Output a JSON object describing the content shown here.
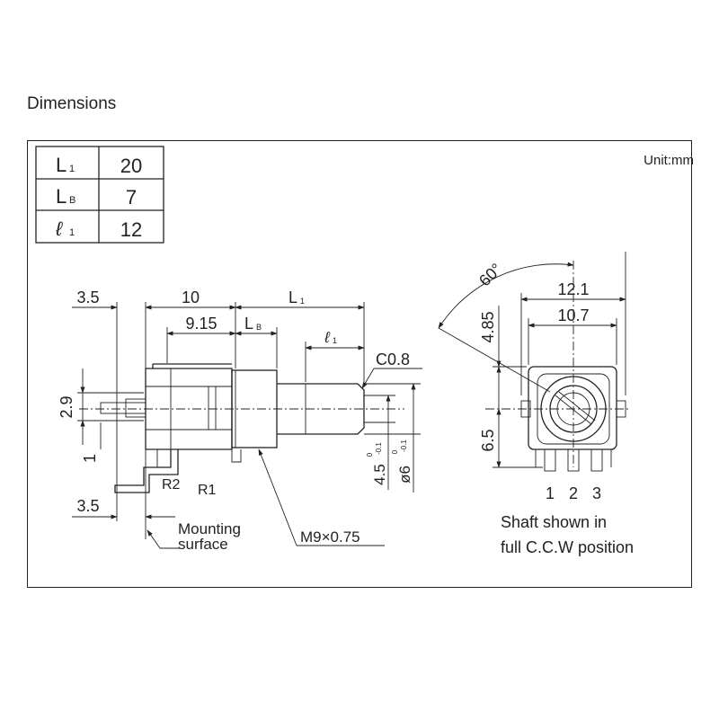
{
  "heading": "Dimensions",
  "unit": "Unit:mm",
  "table": [
    {
      "sym": "L",
      "sub": "1",
      "val": "20"
    },
    {
      "sym": "L",
      "sub": "B",
      "val": "7"
    },
    {
      "sym": "ℓ",
      "sub": "1",
      "val": "12"
    }
  ],
  "side": {
    "d35_top": "3.5",
    "d10": "10",
    "dL1": "L",
    "dL1_sub": "1",
    "d915": "9.15",
    "dLB": "L",
    "dLB_sub": "B",
    "dl1": "ℓ",
    "dl1_sub": "1",
    "c08": "C0.8",
    "d29": "2.9",
    "d1": "1",
    "r2": "R2",
    "r1": "R1",
    "d35_bot": "3.5",
    "mount1": "Mounting",
    "mount2": "surface",
    "thread": "M9×0.75",
    "d45": "4.5",
    "d45_tol_up": "0",
    "d45_tol_dn": "-0.1",
    "d6": "ø6",
    "d6_tol_up": "0",
    "d6_tol_dn": "-0.1"
  },
  "front": {
    "angle": "60°",
    "d121": "12.1",
    "d107": "10.7",
    "d485": "4.85",
    "d65": "6.5",
    "pin1": "1",
    "pin2": "2",
    "pin3": "3",
    "note1": "Shaft shown in",
    "note2": "full C.C.W position"
  }
}
